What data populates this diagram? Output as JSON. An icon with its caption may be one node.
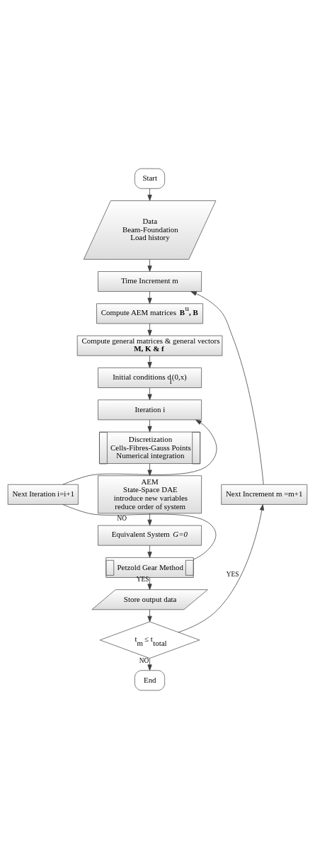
{
  "diagram": {
    "nodes": [
      {
        "text": [
          "Start"
        ]
      },
      {
        "text": [
          "Data",
          "Beam-Foundation",
          "Load history"
        ]
      },
      {
        "text": [
          "Time Increment m"
        ]
      },
      {
        "text": [
          "Compute AEM matrices **B**$^{u}$**, B**"
        ]
      },
      {
        "text": [
          "Compute general matrices & general vectors",
          "**M, K & f**"
        ]
      },
      {
        "text": [
          "Initial conditions d$_{i}$(0,x)"
        ]
      },
      {
        "text": [
          "Iteration i"
        ]
      },
      {
        "text": [
          "Discretization",
          "Cells-Fibres-Gauss Points",
          "Numerical integration"
        ]
      },
      {
        "text": [
          "AEM",
          "State-Space DAE",
          "introduce new variables",
          "reduce order of system"
        ]
      },
      {
        "text": [
          "Equivalent System *G=0*"
        ]
      },
      {
        "text": [
          "Petzold Gear Method"
        ]
      },
      {
        "text": [
          "Store output data"
        ]
      },
      {
        "text": [
          "t$_{m}$ ≤ t$_{total}$"
        ]
      },
      {
        "text": [
          "End"
        ]
      },
      {
        "text": [
          "Next Iteration i=i+1"
        ]
      },
      {
        "text": [
          "Next Increment m =m+1"
        ]
      }
    ],
    "edges": [
      {
        "from": 0,
        "to": 1,
        "arrow": "to"
      },
      {
        "from": 1,
        "to": 2,
        "arrow": "to"
      },
      {
        "from": 2,
        "to": 3,
        "arrow": "to"
      },
      {
        "from": 3,
        "to": 4,
        "arrow": "to"
      },
      {
        "from": 4,
        "to": 5,
        "arrow": "to"
      },
      {
        "from": 5,
        "to": 6,
        "arrow": "to"
      },
      {
        "from": 6,
        "to": 7,
        "arrow": "to"
      },
      {
        "from": 7,
        "to": 8,
        "arrow": "to"
      },
      {
        "from": 8,
        "to": 9,
        "arrow": "to"
      },
      {
        "from": 9,
        "to": 10,
        "arrow": "to"
      },
      {
        "from": 10,
        "to": 14,
        "arrow": "none",
        "label": "NO"
      },
      {
        "from": 14,
        "to": 6,
        "arrow": "to"
      },
      {
        "from": 10,
        "to": 11,
        "arrow": "to",
        "label": "YES"
      },
      {
        "from": 11,
        "to": 12,
        "arrow": "to"
      },
      {
        "from": 12,
        "to": 15,
        "arrow": "to",
        "label": "YES"
      },
      {
        "from": 15,
        "to": 2,
        "arrow": "to"
      },
      {
        "from": 12,
        "to": 13,
        "arrow": "to",
        "label": "NO"
      }
    ]
  }
}
